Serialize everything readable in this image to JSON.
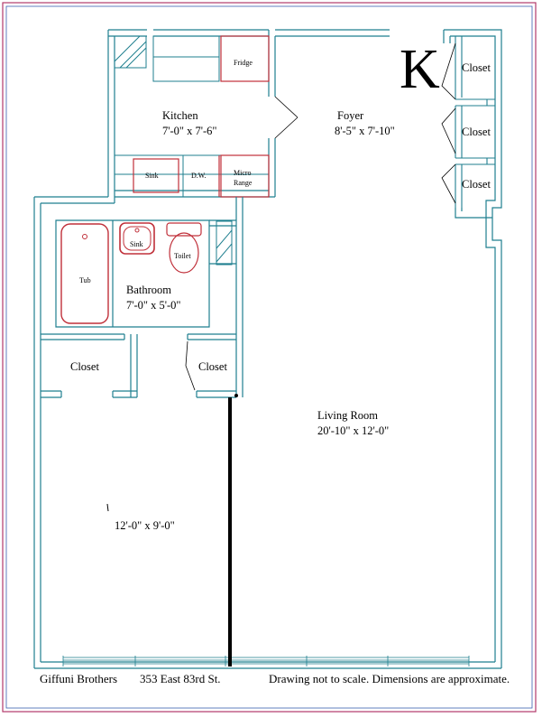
{
  "plan_letter": "K",
  "rooms": {
    "kitchen": {
      "name": "Kitchen",
      "dims": "7'-0\" x 7'-6\""
    },
    "foyer": {
      "name": "Foyer",
      "dims": "8'-5\" x 7'-10\""
    },
    "bathroom": {
      "name": "Bathroom",
      "dims": "7'-0\" x 5'-0\""
    },
    "living_room": {
      "name": "Living Room",
      "dims": "20'-10\" x 12'-0\""
    },
    "bedroom_area": {
      "name": "",
      "dims": "12'-0\" x 9'-0\""
    }
  },
  "fixtures": {
    "fridge": "Fridge",
    "kitchen_sink": "Sink",
    "dishwasher": "D.W.",
    "micro_range_1": "Micro",
    "micro_range_2": "Range",
    "tub": "Tub",
    "bath_sink": "Sink",
    "toilet": "Toilet"
  },
  "closets": {
    "right_top": "Closet",
    "right_middle": "Closet",
    "right_bottom": "Closet",
    "left": "Closet",
    "center": "Closet"
  },
  "footer": {
    "company": "Giffuni Brothers",
    "address": "353 East 83rd St.",
    "disclaimer": "Drawing not to scale. Dimensions are approximate."
  },
  "colors": {
    "walls": "#1f7f8f",
    "fixtures": "#c0303a",
    "border_outer": "#b23a6a",
    "border_inner": "#3a5fb0",
    "partition": "#000000"
  }
}
